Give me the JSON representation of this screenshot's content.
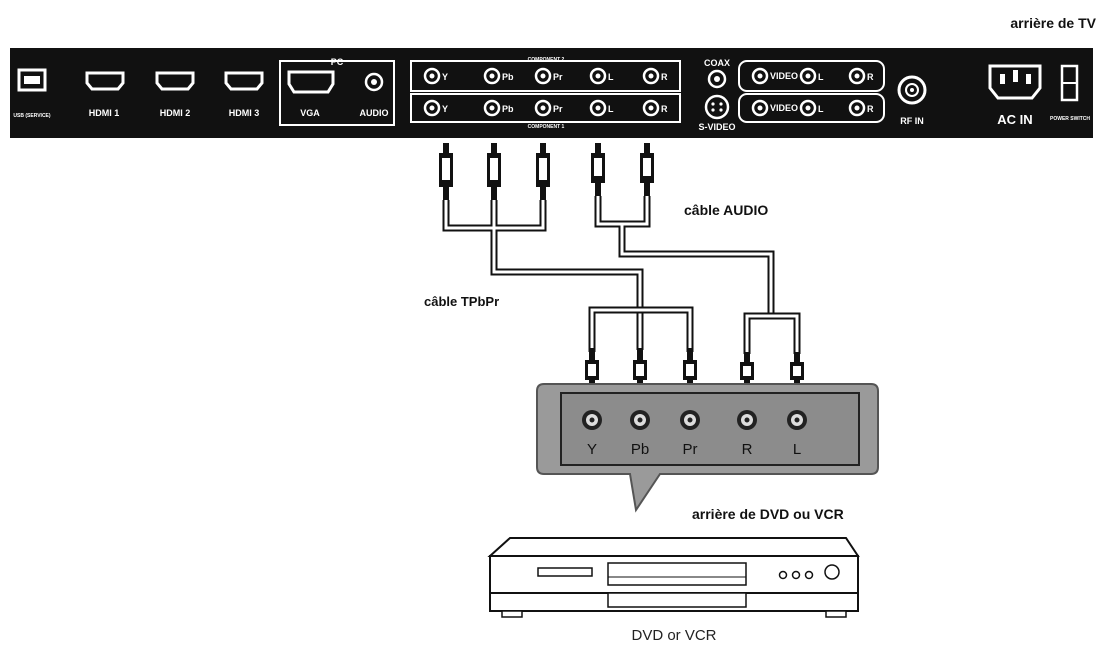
{
  "labels": {
    "tv_back": "arrière de TV",
    "audio_cable": "câble AUDIO",
    "ypbpr_cable": "câble TPbPr",
    "dvd_back": "arrière de DVD ou VCR",
    "dvd_device": "DVD or VCR"
  },
  "tv_panel": {
    "usb": "USB (SERVICE)",
    "hdmi": [
      "HDMI 1",
      "HDMI 2",
      "HDMI 3"
    ],
    "pc_group": "PC",
    "vga": "VGA",
    "audio": "AUDIO",
    "component2": "COMPONENT 2",
    "component1": "COMPONENT 1",
    "component_ports": [
      "Y",
      "Pb",
      "Pr",
      "L",
      "R"
    ],
    "coax": "COAX",
    "svideo": "S-VIDEO",
    "av_ports": [
      "VIDEO",
      "L",
      "R"
    ],
    "rf_in": "RF IN",
    "ac_in": "AC IN",
    "power_switch": "POWER SWITCH"
  },
  "dvd_ports": [
    "Y",
    "Pb",
    "Pr",
    "R",
    "L"
  ]
}
